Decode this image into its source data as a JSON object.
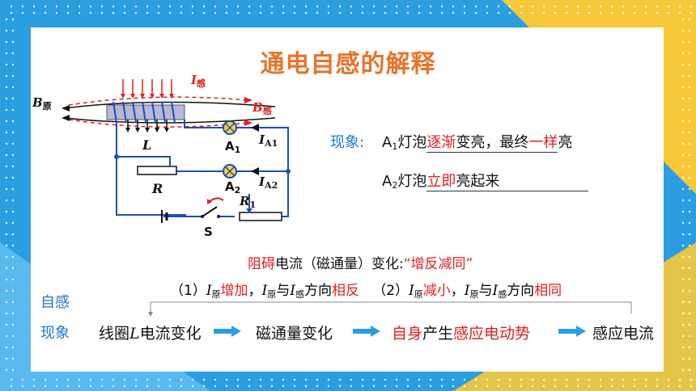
{
  "title": "通电自感的解释",
  "circuit": {
    "B_orig": "B原",
    "I_induced": "I感",
    "B_induced": "B感",
    "L": "L",
    "R": "R",
    "A1": "A1",
    "A2": "A2",
    "IA1": "IA1",
    "IA2": "IA2",
    "R1": "R1",
    "S": "S"
  },
  "phenomenon": {
    "label": "现象:",
    "a1_prefix": "A",
    "a1_sub": "1",
    "a1_text": "灯泡",
    "a1_fill1": "逐渐",
    "a1_mid": "变亮，最终",
    "a1_fill2": "一样",
    "a1_end": "亮",
    "a2_prefix": "A",
    "a2_sub": "2",
    "a2_text": "灯泡",
    "a2_fill": "立即",
    "a2_end": "亮起来"
  },
  "principle": {
    "text1": "阻碍",
    "text2": "电流（磁通量）变化:",
    "quote": "“增反减同”"
  },
  "formula": {
    "p1": "（1）",
    "i": "I",
    "sub_orig": "原",
    "inc": "增加",
    "comma1": "，",
    "yu": "与",
    "sub_ind": "感",
    "dir": "方向",
    "opp": "相反",
    "p2": "（2）",
    "dec": "减小",
    "same": "相同"
  },
  "side": {
    "l1": "自感",
    "l2": "现象"
  },
  "flow": {
    "s1a": "线圈",
    "s1b": "L",
    "s1c": "电流变化",
    "s2": "磁通量变化",
    "s3a": "自身",
    "s3b": "产生",
    "s3c": "感应电动势",
    "s4": "感应电流"
  },
  "colors": {
    "accent": "#2a9ee0",
    "title": "#e8742a",
    "red": "#e02020",
    "blue": "#1b77d2"
  }
}
